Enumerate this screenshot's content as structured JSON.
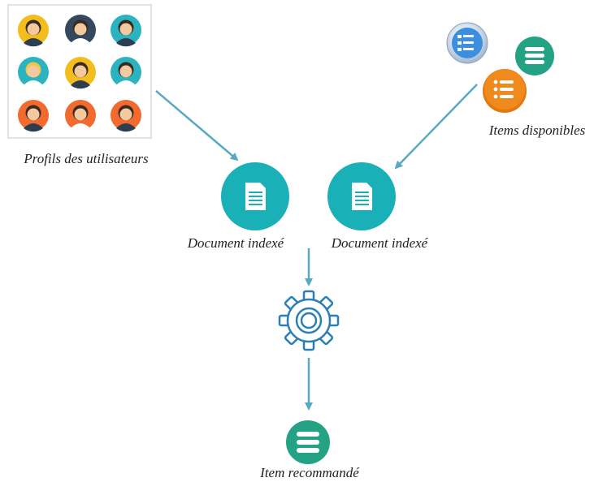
{
  "labels": {
    "profiles": "Profils des utilisateurs",
    "items": "Items disponibles",
    "doc_left": "Document indexé",
    "doc_right": "Document indexé",
    "recommended": "Item recommandé"
  },
  "colors": {
    "arrow": "#5aa9c4",
    "doc_circle": "#1ab0b8",
    "gear": "#2a7fb5",
    "green_item": "#23a383",
    "orange_item": "#f08a1c",
    "blue_item": "#3b8ee0",
    "avatar_yellow": "#f2bd1d",
    "avatar_teal": "#2bb3c0",
    "avatar_dark": "#34495e",
    "avatar_orange": "#f26a2e"
  },
  "avatars": [
    {
      "icon": "avatar-sunglasses",
      "bg": "avatar_yellow"
    },
    {
      "icon": "avatar-bearded-man",
      "bg": "avatar_dark"
    },
    {
      "icon": "avatar-man",
      "bg": "avatar_teal"
    },
    {
      "icon": "avatar-blonde-woman",
      "bg": "avatar_teal"
    },
    {
      "icon": "avatar-mustache-man",
      "bg": "avatar_yellow"
    },
    {
      "icon": "avatar-suit-man",
      "bg": "avatar_teal"
    },
    {
      "icon": "avatar-bearded-man-2",
      "bg": "avatar_orange"
    },
    {
      "icon": "avatar-woman",
      "bg": "avatar_orange"
    },
    {
      "icon": "avatar-girl-pigtails",
      "bg": "avatar_orange"
    }
  ]
}
